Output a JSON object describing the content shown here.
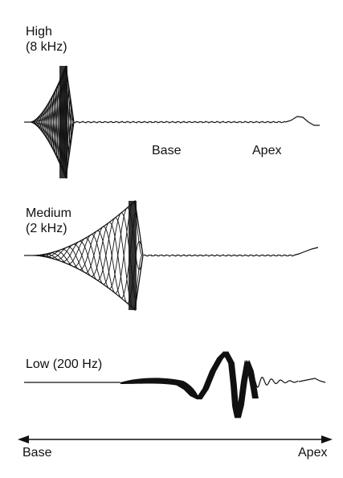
{
  "panels": {
    "high": {
      "line1": "High",
      "line2": "(8 kHz)",
      "base_label": "Base",
      "apex_label": "Apex"
    },
    "medium": {
      "line1": "Medium",
      "line2": "(2 kHz)"
    },
    "low": {
      "label": "Low (200 Hz)"
    }
  },
  "axis": {
    "left_label": "Base",
    "right_label": "Apex"
  },
  "colors": {
    "ink": "#111111",
    "background": "#ffffff"
  }
}
